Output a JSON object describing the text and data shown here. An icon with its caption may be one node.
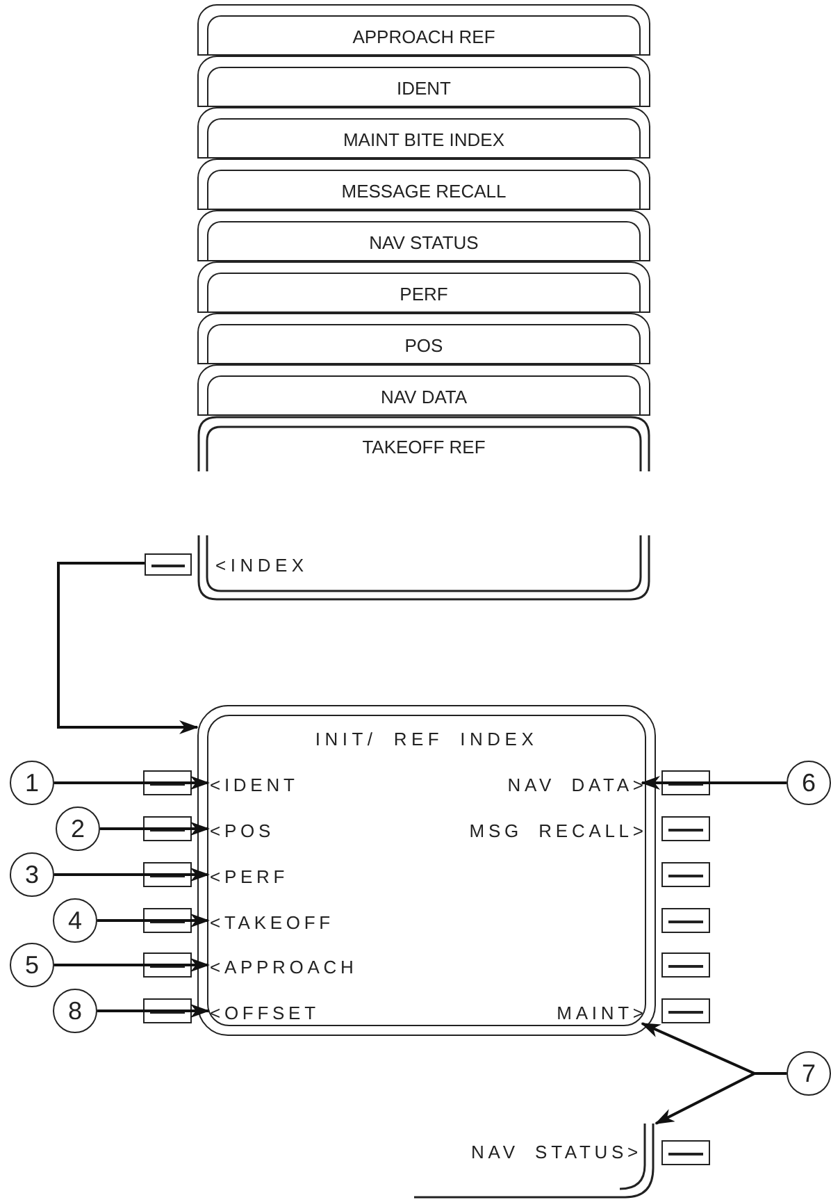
{
  "diagram": {
    "nodes": [
      {
        "text": [
          "APPROACH REF"
        ]
      },
      {
        "text": [
          "IDENT"
        ]
      },
      {
        "text": [
          "MAINT BITE INDEX"
        ]
      },
      {
        "text": [
          "MESSAGE RECALL"
        ]
      },
      {
        "text": [
          "NAV STATUS"
        ]
      },
      {
        "text": [
          "PERF"
        ]
      },
      {
        "text": [
          "POS"
        ]
      },
      {
        "text": [
          "NAV DATA"
        ]
      },
      {
        "text": [
          "TAKEOFF REF",
          "<INDEX"
        ]
      },
      {
        "text": [],
        "shape": "box"
      },
      {
        "text": [
          "INIT/ REF INDEX"
        ]
      },
      {
        "text": [
          "<IDENT"
        ],
        "in": 10
      },
      {
        "text": [
          "<POS"
        ],
        "in": 10
      },
      {
        "text": [
          "<PERF"
        ],
        "in": 10
      },
      {
        "text": [
          "<TAKEOFF"
        ],
        "in": 10
      },
      {
        "text": [
          "<APPROACH"
        ],
        "in": 10
      },
      {
        "text": [
          "<OFFSET"
        ],
        "in": 10
      },
      {
        "text": [
          "NAV DATA>"
        ],
        "in": 10
      },
      {
        "text": [
          "MSG RECALL>"
        ],
        "in": 10
      },
      {
        "text": [
          "MAINT>"
        ],
        "in": 10
      },
      {
        "text": [
          "NAV STATUS>"
        ]
      },
      {
        "text": [
          "1"
        ]
      },
      {
        "text": [
          "6"
        ]
      },
      {
        "text": [
          "2"
        ]
      },
      {
        "text": [
          "3"
        ]
      },
      {
        "text": [
          "4"
        ]
      },
      {
        "text": [
          "5"
        ]
      },
      {
        "text": [
          "8"
        ]
      },
      {
        "text": [
          "7"
        ]
      }
    ],
    "edges": [
      {
        "from": 9,
        "to": 10,
        "arrow": "to"
      },
      {
        "from": 21,
        "to": 11,
        "arrow": "to"
      },
      {
        "from": 22,
        "to": 17,
        "arrow": "to"
      },
      {
        "from": 23,
        "to": 12,
        "arrow": "to"
      },
      {
        "from": 24,
        "to": 13,
        "arrow": "to"
      },
      {
        "from": 25,
        "to": 14,
        "arrow": "to"
      },
      {
        "from": 26,
        "to": 15,
        "arrow": "to"
      },
      {
        "from": 27,
        "to": 16,
        "arrow": "to"
      },
      {
        "from": 28,
        "to": 19,
        "arrow": "to"
      },
      {
        "from": 28,
        "to": 20,
        "arrow": "to"
      }
    ]
  }
}
